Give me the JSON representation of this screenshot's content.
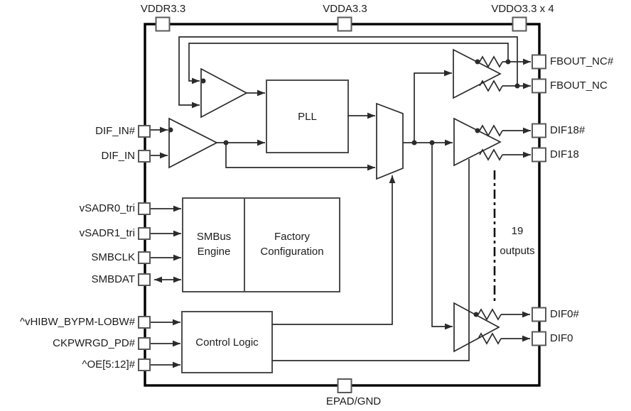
{
  "colors": {
    "background": "#ffffff",
    "line": "#2b2b2b",
    "box_border": "#4d4d4f",
    "pin_border": "#58595b",
    "text": "#1c1c1e"
  },
  "pins": {
    "top": [
      {
        "label": "VDDR3.3"
      },
      {
        "label": "VDDA3.3"
      },
      {
        "label": "VDDO3.3 x 4"
      }
    ],
    "bottom": [
      {
        "label": "EPAD/GND"
      }
    ],
    "left": [
      {
        "label": "DIF_IN#"
      },
      {
        "label": "DIF_IN"
      },
      {
        "label": "vSADR0_tri"
      },
      {
        "label": "vSADR1_tri"
      },
      {
        "label": "SMBCLK"
      },
      {
        "label": "SMBDAT"
      },
      {
        "label": "^vHIBW_BYPM-LOBW#"
      },
      {
        "label": "CKPWRGD_PD#"
      },
      {
        "label": "^OE[5:12]#"
      }
    ],
    "right": [
      {
        "label": "FBOUT_NC#"
      },
      {
        "label": "FBOUT_NC"
      },
      {
        "label": "DIF18#"
      },
      {
        "label": "DIF18"
      },
      {
        "label": "DIF0#"
      },
      {
        "label": "DIF0"
      }
    ]
  },
  "blocks": {
    "pll": {
      "label": "PLL"
    },
    "smbus": {
      "label": "SMBus Engine"
    },
    "factory": {
      "label": "Factory Configuration"
    },
    "control": {
      "label": "Control Logic"
    }
  },
  "annotations": {
    "outputs_count": "19",
    "outputs_word": "outputs"
  }
}
